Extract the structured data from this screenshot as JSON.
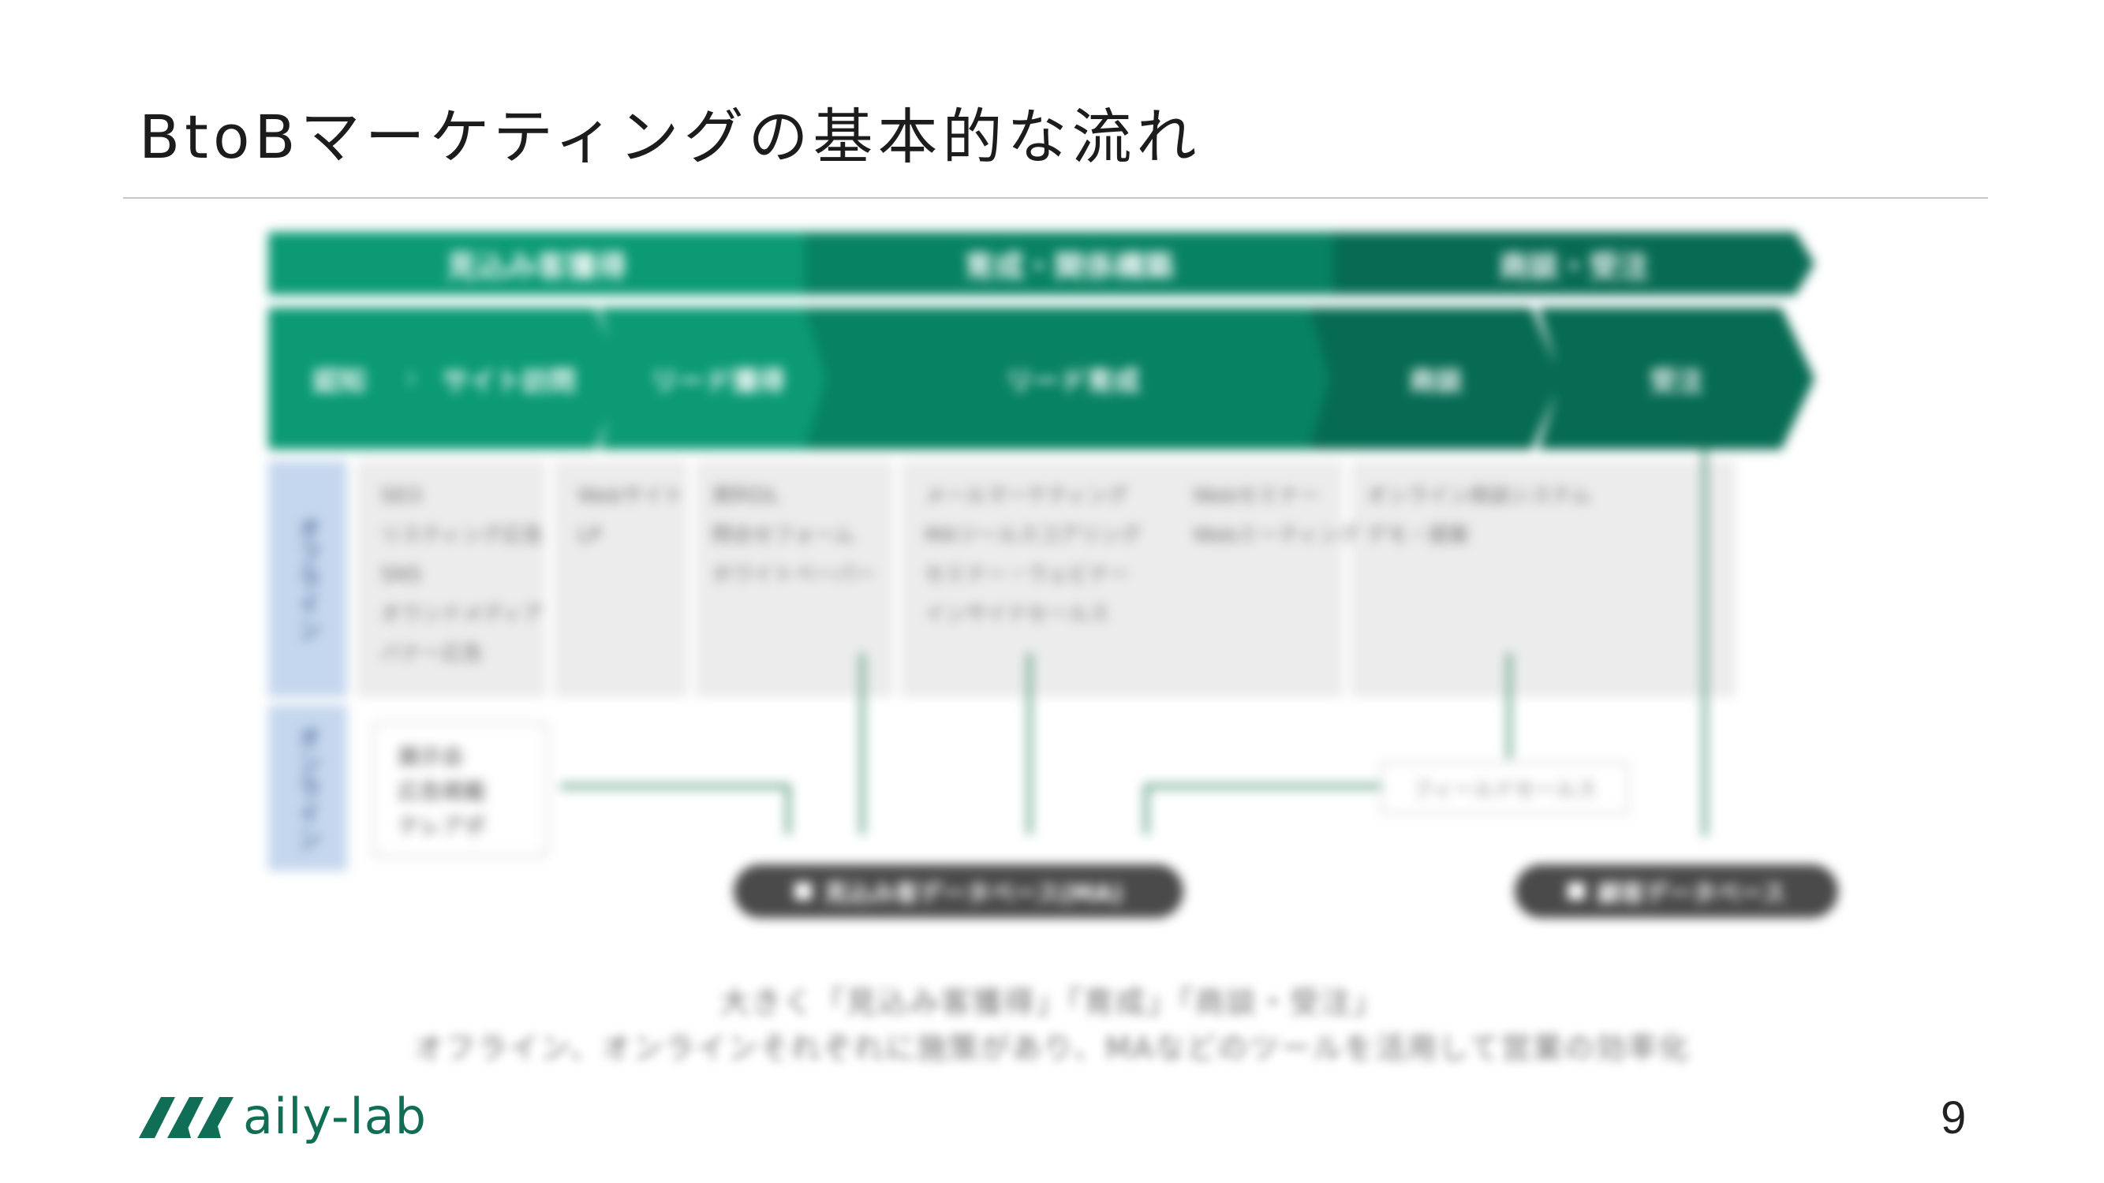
{
  "slide": {
    "title": "BtoBマーケティングの基本的な流れ",
    "page_number": "9"
  },
  "logo": {
    "text": "aily-lab",
    "mark_icon": "mw-logo-mark-icon",
    "color": "#0f6e55"
  },
  "diagram": {
    "phases": [
      {
        "label": "見込み客獲得",
        "color": "#0b9a74"
      },
      {
        "label": "育成・関係構築",
        "color": "#078262"
      },
      {
        "label": "商談・受注",
        "color": "#066b52"
      }
    ],
    "stages": [
      {
        "label": "認知",
        "color": "#0b9a74"
      },
      {
        "label": "サイト訪問",
        "color": "#0b9a74"
      },
      {
        "label": "リード獲得",
        "color": "#0b9a74"
      },
      {
        "label": "リード育成",
        "color": "#078262"
      },
      {
        "label": "商談",
        "color": "#066b52"
      },
      {
        "label": "受注",
        "color": "#066b52"
      }
    ],
    "side_labels": {
      "offline": "オフライン",
      "online": "オンライン"
    },
    "offline_columns": [
      {
        "items": [
          "SEO",
          "リスティング広告",
          "SNS",
          "オウンドメディア",
          "バナー広告"
        ]
      },
      {
        "items": [
          "Webサイト",
          "LP"
        ]
      },
      {
        "items": [
          "資料DL",
          "問合せフォーム",
          "ホワイトペーパー"
        ]
      },
      {
        "items": [
          "メールマーケティング",
          "MAツールスコアリング",
          "セミナー・ウェビナー",
          "インサイドセールス"
        ]
      },
      {
        "items": [
          "Webセミナー",
          "Webミーティング"
        ]
      },
      {
        "items": [
          "オンライン商談システム",
          "デモ・提案"
        ]
      }
    ],
    "online_box_items": [
      "展示会",
      "広告掲載",
      "テレアポ"
    ],
    "web_tag": "フィールドセールス",
    "buttons": {
      "leads_db": "見込み客データベース(MA)",
      "customer_db": "顧客データベース"
    }
  },
  "caption": {
    "line1": "大きく「見込み客獲得」「育成」「商談・受注」",
    "line2": "オフライン、オンラインそれぞれに施策があり、MAなどのツールを活用して営業の効率化"
  }
}
